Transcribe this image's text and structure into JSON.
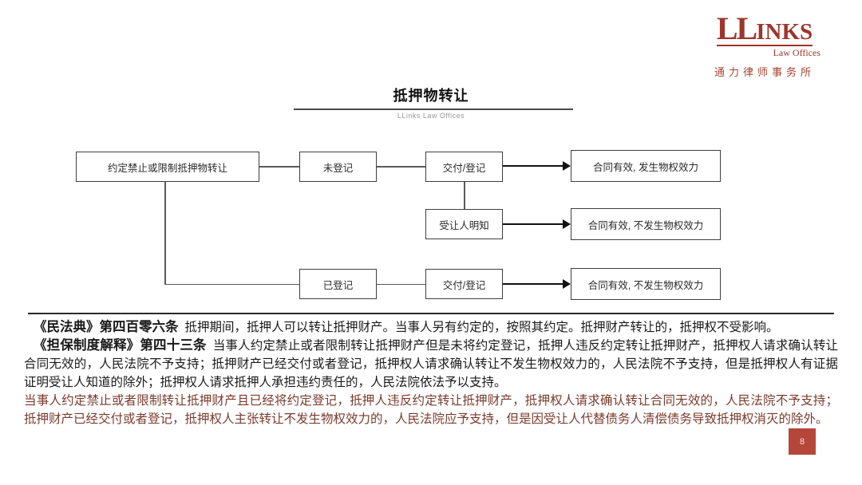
{
  "logo": {
    "name_ll": "LL",
    "name_inks": "INKS",
    "name_sub": "Law Offices",
    "name_cn": "通力律师事务所",
    "brand_color": "#9e352b"
  },
  "header": {
    "title": "抵押物转让",
    "subtitle": "LLinks Law Offices"
  },
  "flowchart": {
    "boxes": [
      {
        "id": "A",
        "label": "约定禁止或限制抵押物转让"
      },
      {
        "id": "B",
        "label": "未登记"
      },
      {
        "id": "C",
        "label": "交付/登记"
      },
      {
        "id": "D",
        "label": "合同有效, 发生物权效力"
      },
      {
        "id": "E",
        "label": "受让人明知"
      },
      {
        "id": "F",
        "label": "合同有效, 不发生物权效力"
      },
      {
        "id": "G",
        "label": "已登记"
      },
      {
        "id": "H",
        "label": "交付/登记"
      },
      {
        "id": "I",
        "label": "合同有效, 不发生物权效力"
      }
    ],
    "edges": [
      "A-B line",
      "B-C line",
      "C-D arrow",
      "C-E line-down",
      "E-F arrow",
      "A-G line-down-right",
      "G-H line",
      "H-I arrow"
    ]
  },
  "paragraphs": [
    {
      "heading": "《民法典》第四百零六条",
      "body": "抵押期间，抵押人可以转让抵押财产。当事人另有约定的，按照其约定。抵押财产转让的，抵押权不受影响。",
      "color": "#1a1a1a"
    },
    {
      "heading": "《担保制度解释》第四十三条",
      "body": "当事人约定禁止或者限制转让抵押财产但是未将约定登记，抵押人违反约定转让抵押财产，抵押权人请求确认转让合同无效的，人民法院不予支持；抵押财产已经交付或者登记，抵押权人请求确认转让不发生物权效力的，人民法院不予支持，但是抵押权人有证据证明受让人知道的除外；抵押权人请求抵押人承担违约责任的，人民法院依法予以支持。",
      "color": "#1a1a1a"
    },
    {
      "heading": "",
      "body": "当事人约定禁止或者限制转让抵押财产且已经将约定登记，抵押人违反约定转让抵押财产，抵押权人请求确认转让合同无效的，人民法院不予支持；抵押财产已经交付或者登记，抵押权人主张转让不发生物权效力的，人民法院应予支持，但是因受让人代替债务人清偿债务导致抵押权消灭的除外。",
      "color": "#7a3b2e"
    }
  ],
  "page_number": "8",
  "colors": {
    "brand": "#9e352b",
    "badge": "#b5473a",
    "highlight_paragraph": "#7a3b2e",
    "box_border": "#3f3f3f"
  }
}
